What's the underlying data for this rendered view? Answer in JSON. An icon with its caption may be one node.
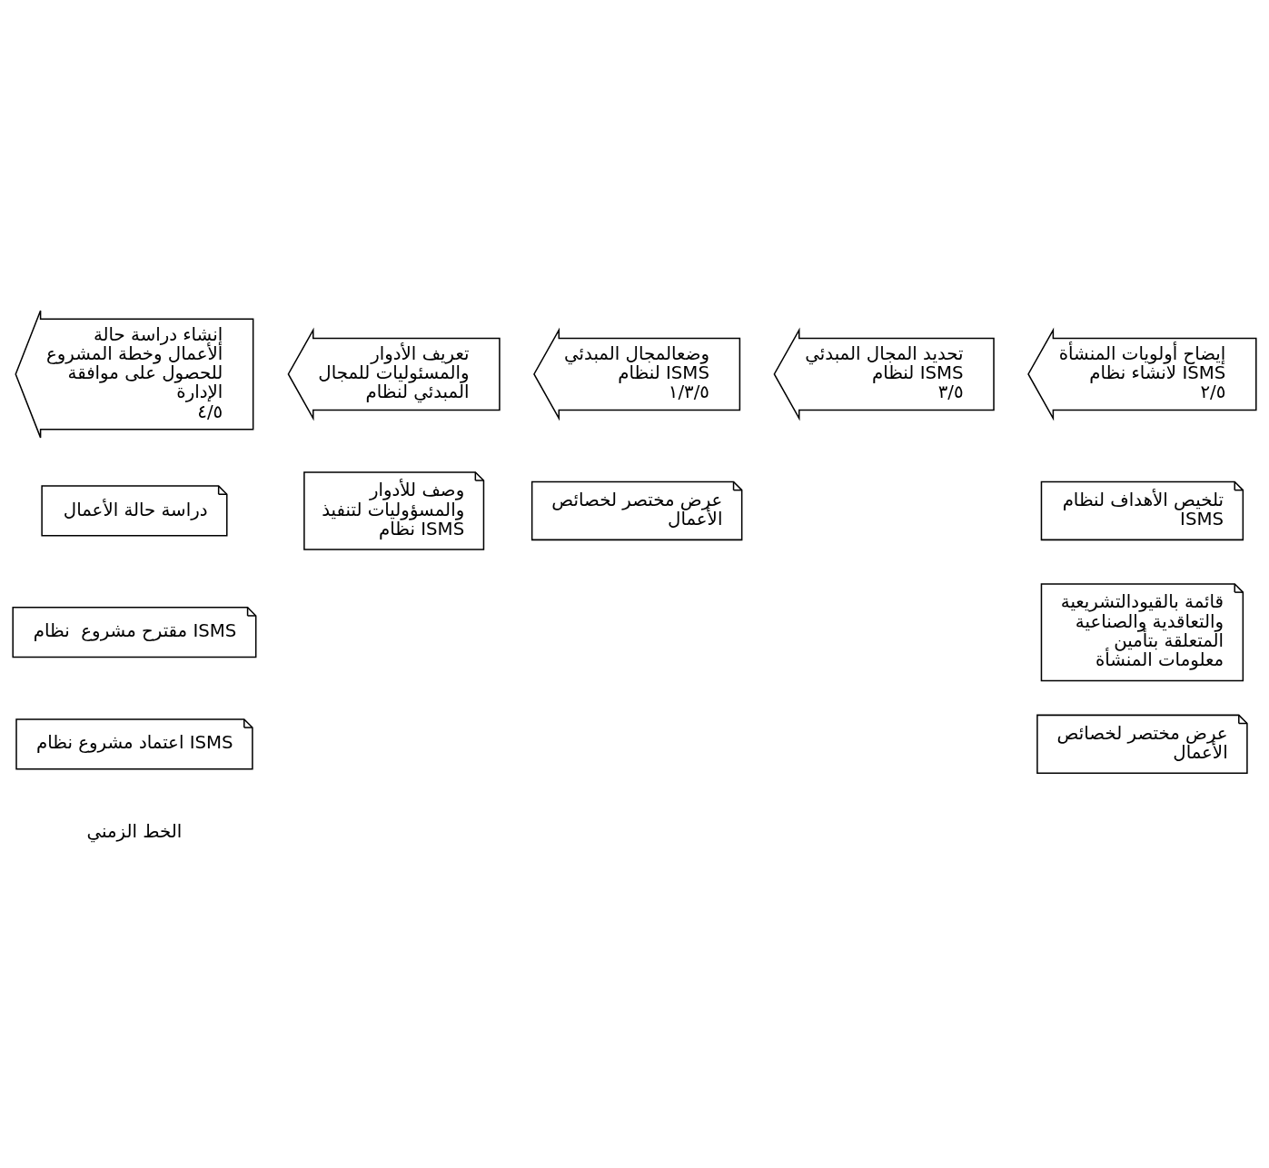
{
  "diagram": {
    "nodes": [
      {
        "text": [
          "إيضاح أولويات المنشأة لانشاء نظام ISMS",
          "٢/٥"
        ]
      },
      {
        "text": [
          "تلخيص الأهداف لنظام ISMS"
        ]
      },
      {
        "text": [
          "قائمة بالقيودالتشريعية والتعاقدية والصناعية المتعلقة بتأمين معلومات المنشأة"
        ]
      },
      {
        "text": [
          "عرض مختصر لخصائص الأعمال"
        ]
      },
      {
        "text": [
          "تحديد المجال المبدئي لنظام ISMS",
          "٣/٥"
        ]
      },
      {
        "text": [
          "وضعالمجال المبدئي لنظام ISMS",
          "١/٣/٥"
        ]
      },
      {
        "text": [
          "عرض مختصر لخصائص الأعمال"
        ]
      },
      {
        "text": [
          "تعريف الأدوار والمسئوليات للمجال المبدئي لنظام"
        ]
      },
      {
        "text": [
          "وصف للأدوار والمسؤوليات لتنفيذ نظام ISMS"
        ]
      },
      {
        "text": [
          "إنشاء دراسة حالة الأعمال وخطة المشروع للحصول على موافقة الإدارة",
          "٤/٥"
        ]
      },
      {
        "text": [
          "دراسة حالة الأعمال"
        ]
      },
      {
        "text": [
          "مقترح مشروع  نظام ISMS"
        ]
      },
      {
        "text": [
          "اعتماد مشروع نظام ISMS"
        ]
      }
    ],
    "edges": [],
    "labels": [
      "الخط الزمني"
    ]
  }
}
